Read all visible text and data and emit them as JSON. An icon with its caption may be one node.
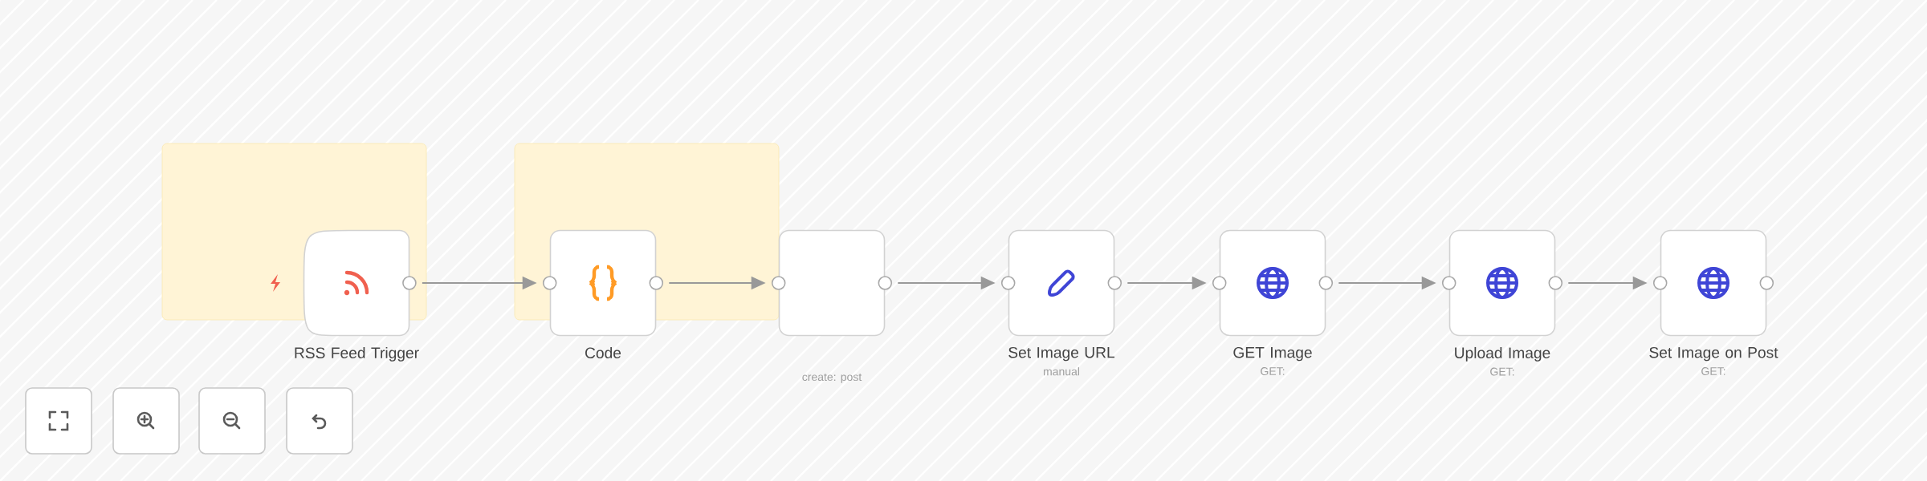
{
  "diagram": {
    "nodes": [
      {
        "text": [
          "RSS Feed Trigger"
        ]
      },
      {
        "text": [
          "Code"
        ]
      },
      {
        "text": [
          "create: post"
        ]
      },
      {
        "text": [
          "Set Image URL",
          "manual"
        ]
      },
      {
        "text": [
          "GET Image",
          "GET:"
        ]
      },
      {
        "text": [
          "Upload Image",
          "GET:"
        ]
      },
      {
        "text": [
          "Set Image on Post",
          "GET:"
        ]
      }
    ],
    "edges": [
      {
        "from": 0,
        "to": 1,
        "arrow": "to"
      },
      {
        "from": 1,
        "to": 2,
        "arrow": "to"
      },
      {
        "from": 2,
        "to": 3,
        "arrow": "to"
      },
      {
        "from": 3,
        "to": 4,
        "arrow": "to"
      },
      {
        "from": 4,
        "to": 5,
        "arrow": "to"
      },
      {
        "from": 5,
        "to": 6,
        "arrow": "to"
      }
    ]
  }
}
